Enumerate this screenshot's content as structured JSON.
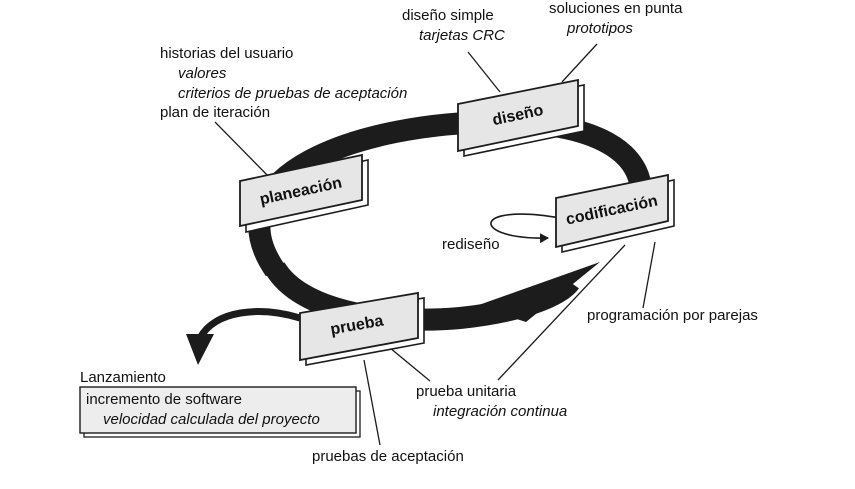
{
  "phases": {
    "planeacion": "planeación",
    "diseno": "diseño",
    "codificacion": "codificación",
    "prueba": "prueba"
  },
  "annotations": {
    "planeacion": {
      "line1": "historias del usuario",
      "line2": "valores",
      "line3": "criterios de pruebas de aceptación",
      "line4": "plan de iteración"
    },
    "diseno_simple": {
      "line1": "diseño simple",
      "line2": "tarjetas CRC"
    },
    "soluciones": {
      "line1": "soluciones en punta",
      "line2": "prototipos"
    },
    "rediseno": "rediseño",
    "programacion": "programación por parejas",
    "prueba_unitaria": {
      "line1": "prueba unitaria",
      "line2": "integración continua"
    },
    "pruebas_aceptacion": "pruebas de aceptación",
    "lanzamiento": {
      "title": "Lanzamiento",
      "line1": "incremento de software",
      "line2": "velocidad calculada del proyecto"
    }
  },
  "colors": {
    "ring": "#1c1c1c",
    "box_fill": "#e6e6e6",
    "box_stroke": "#1c1c1c",
    "release_fill": "#ededed"
  }
}
